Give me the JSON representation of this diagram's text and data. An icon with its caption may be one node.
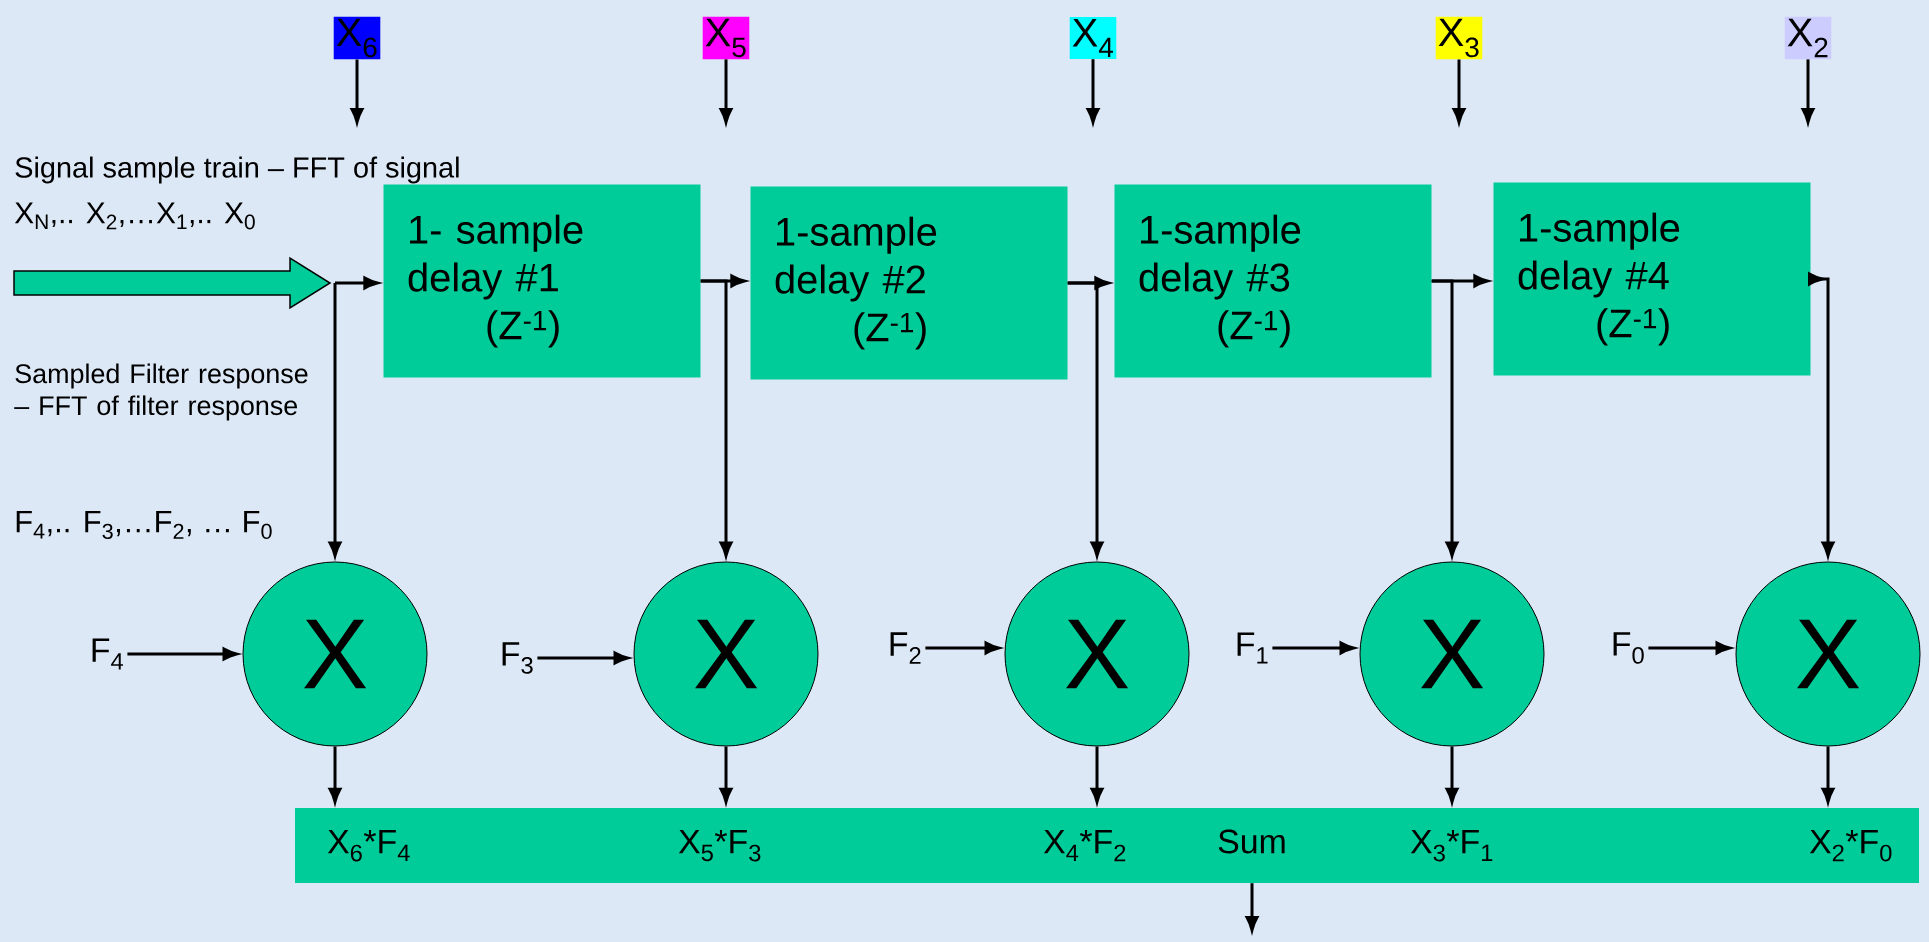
{
  "diagram": {
    "nodes": [
      {
        "text": [
          "X$_{6}$"
        ]
      },
      {
        "text": [
          "X$_{5}$"
        ]
      },
      {
        "text": [
          "X$_{4}$"
        ]
      },
      {
        "text": [
          "X$_{3}$"
        ]
      },
      {
        "text": [
          "X$_{2}$"
        ]
      },
      {
        "text": [
          "1- sample delay #1",
          "(Z$^{-1}$)"
        ]
      },
      {
        "text": [
          "1-sample delay #2",
          "(Z$^{-1}$)"
        ]
      },
      {
        "text": [
          "1-sample delay #3",
          "(Z$^{-1}$)"
        ]
      },
      {
        "text": [
          "1-sample delay #4",
          "(Z$^{-1}$)"
        ]
      },
      {
        "text": [
          "X"
        ]
      },
      {
        "text": [
          "X"
        ]
      },
      {
        "text": [
          "X"
        ]
      },
      {
        "text": [
          "X"
        ]
      },
      {
        "text": [
          "X"
        ]
      },
      {
        "text": [
          "F$_{4}$"
        ]
      },
      {
        "text": [
          "F$_{3}$"
        ]
      },
      {
        "text": [
          "F$_{2}$"
        ]
      },
      {
        "text": [
          "F$_{1}$"
        ]
      },
      {
        "text": [
          "F$_{0}$"
        ]
      },
      {
        "text": [
          "X$_{6}$*F$_{4}$",
          "X$_{5}$*F$_{3}$",
          "X$_{4}$*F$_{2}$",
          "Sum",
          "X$_{3}$*F$_{1}$",
          "X$_{2}$*F$_{0}$"
        ]
      }
    ],
    "edges": [
      {
        "from": 0,
        "to": null,
        "arrow": "to"
      },
      {
        "from": 1,
        "to": null,
        "arrow": "to"
      },
      {
        "from": 2,
        "to": null,
        "arrow": "to"
      },
      {
        "from": 3,
        "to": null,
        "arrow": "to"
      },
      {
        "from": 4,
        "to": null,
        "arrow": "to"
      },
      {
        "from": null,
        "to": 5,
        "arrow": "to"
      },
      {
        "from": null,
        "to": 9,
        "arrow": "to"
      },
      {
        "from": 5,
        "to": 6,
        "arrow": "to"
      },
      {
        "from": 6,
        "to": 7,
        "arrow": "to"
      },
      {
        "from": 7,
        "to": 8,
        "arrow": "to"
      },
      {
        "from": 8,
        "to": null,
        "arrow": "to"
      },
      {
        "from": 5,
        "to": 10,
        "arrow": "to"
      },
      {
        "from": 6,
        "to": 11,
        "arrow": "to"
      },
      {
        "from": 7,
        "to": 12,
        "arrow": "to"
      },
      {
        "from": 8,
        "to": 13,
        "arrow": "to"
      },
      {
        "from": 14,
        "to": 9,
        "arrow": "to"
      },
      {
        "from": 15,
        "to": 10,
        "arrow": "to"
      },
      {
        "from": 16,
        "to": 11,
        "arrow": "to"
      },
      {
        "from": 17,
        "to": 12,
        "arrow": "to"
      },
      {
        "from": 18,
        "to": 13,
        "arrow": "to"
      },
      {
        "from": 9,
        "to": 19,
        "arrow": "to"
      },
      {
        "from": 10,
        "to": 19,
        "arrow": "to"
      },
      {
        "from": 11,
        "to": 19,
        "arrow": "to"
      },
      {
        "from": 12,
        "to": 19,
        "arrow": "to"
      },
      {
        "from": 13,
        "to": 19,
        "arrow": "to"
      },
      {
        "from": 19,
        "to": null,
        "arrow": "to"
      }
    ],
    "labels": [
      "Signal sample train – FFT of signal",
      "X$_{N}$,.. X$_{2}$,…X$_{1}$,..  X$_{0}$",
      "Sampled Filter response – FFT of filter response",
      "F$_{4}$,.. F$_{3}$,…F$_{2}$, … F$_{0}$"
    ]
  }
}
